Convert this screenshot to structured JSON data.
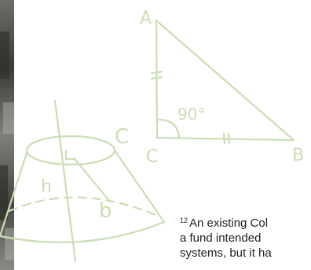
{
  "photo": {
    "description_icon": "photo-edge-icon"
  },
  "sketch": {
    "color": "#c9deb4",
    "triangle": {
      "vertex_a": "A",
      "vertex_b": "B",
      "vertex_c": "C",
      "angle_label": "90°"
    },
    "frustum": {
      "top_label": "C",
      "slant_label": "h",
      "base_label": "b"
    }
  },
  "footnote": {
    "marker": "12",
    "line1": "An existing Col",
    "line2": "a fund intended",
    "line3": "systems, but it ha"
  }
}
